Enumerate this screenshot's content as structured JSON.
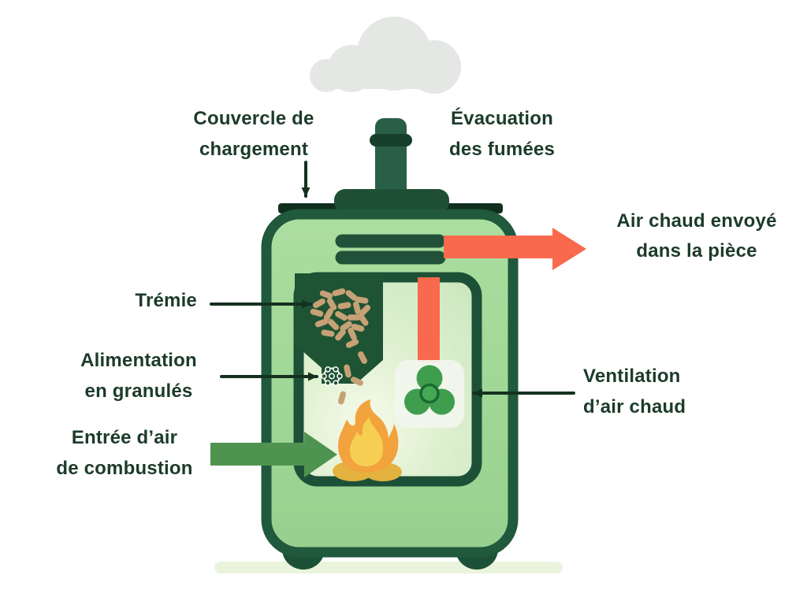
{
  "labels": {
    "loading_cover": {
      "line1": "Couvercle de",
      "line2": "chargement"
    },
    "smoke_evacuation": {
      "line1": "Évacuation",
      "line2": "des fumées"
    },
    "hot_air_sent": {
      "line1": "Air chaud envoyé",
      "line2": "dans la pièce"
    },
    "hopper": {
      "line1": "Trémie"
    },
    "pellet_feed": {
      "line1": "Alimentation",
      "line2": "en granulés"
    },
    "combustion_air": {
      "line1": "Entrée d’air",
      "line2": "de combustion"
    },
    "hot_air_ventilation": {
      "line1": "Ventilation",
      "line2": "d’air chaud"
    }
  },
  "icons": {
    "cloud": "cloud-icon",
    "flame": "flame-icon",
    "fan": "fan-icon",
    "auger": "auger-gear-icon",
    "hot_air_arrow": "hot-air-arrow-icon",
    "combustion_air_arrow": "combustion-air-arrow-icon"
  },
  "colors": {
    "label_text": "#1c3b2a",
    "pointer_arrow": "#14311f",
    "stove_body": "#9ed495",
    "stove_border": "#20593c",
    "frame_dark": "#1d5137",
    "hopper_dark": "#1e5434",
    "lid_strip": "#112f1d",
    "chimney": "#2a5f47",
    "pellet": "#c7a176",
    "hot_air_orange": "#f9694e",
    "combustion_green": "#4f9350",
    "fan_green": "#3f9e4e",
    "flame_orange": "#f2a33e",
    "flame_yellow": "#f6cf52",
    "cloud_gray": "#e4e7e4",
    "ground": "#eaf4dd",
    "window_light": "#d9eecb"
  }
}
